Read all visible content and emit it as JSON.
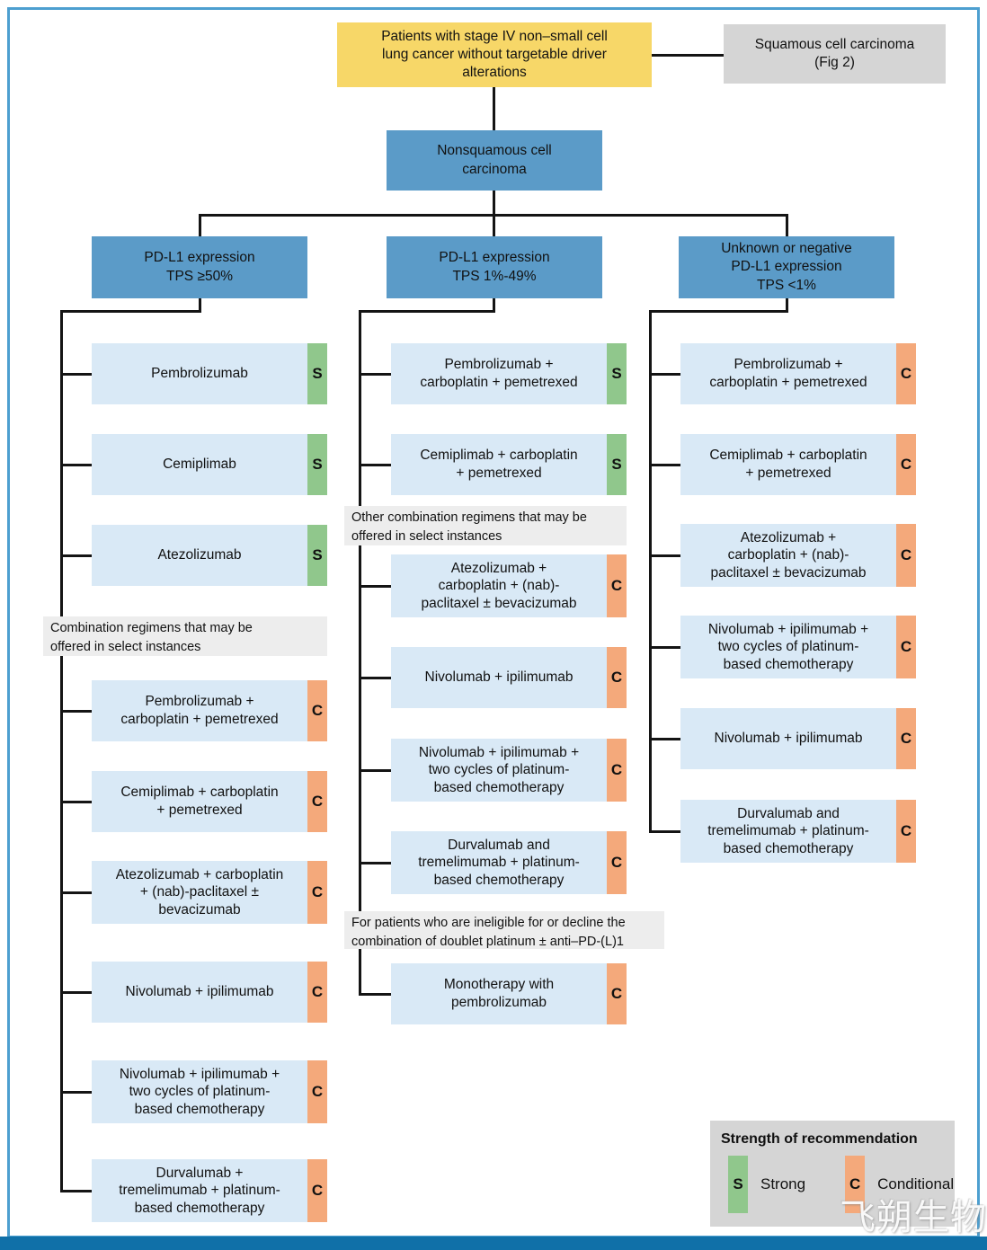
{
  "figure": {
    "start": "Patients with stage IV non–small cell\nlung cancer without targetable driver\nalterations",
    "squamous": "Squamous cell carcinoma\n(Fig 2)",
    "nonsquamous": "Nonsquamous cell\ncarcinoma"
  },
  "branches": [
    {
      "header": "PD-L1 expression\nTPS ≥50%",
      "note": "Combination regimens that may be\noffered in select instances",
      "boxes": [
        {
          "label": "Pembrolizumab",
          "tag": "S"
        },
        {
          "label": "Cemiplimab",
          "tag": "S"
        },
        {
          "label": "Atezolizumab",
          "tag": "S"
        },
        {
          "label": "Pembrolizumab +\ncarboplatin + pemetrexed",
          "tag": "C"
        },
        {
          "label": "Cemiplimab + carboplatin\n+ pemetrexed",
          "tag": "C"
        },
        {
          "label": "Atezolizumab + carboplatin\n+ (nab)-paclitaxel ±\nbevacizumab",
          "tag": "C"
        },
        {
          "label": "Nivolumab + ipilimumab",
          "tag": "C"
        },
        {
          "label": "Nivolumab + ipilimumab +\ntwo cycles of platinum-\nbased chemotherapy",
          "tag": "C"
        },
        {
          "label": "Durvalumab +\ntremelimumab + platinum-\nbased chemotherapy",
          "tag": "C"
        }
      ]
    },
    {
      "header": "PD-L1 expression\nTPS 1%-49%",
      "note_other": "Other combination regimens that may be\noffered in select instances",
      "note_ineligible": "For patients who are ineligible for or decline the\ncombination of doublet platinum ± anti–PD-(L)1",
      "boxes": [
        {
          "label": "Pembrolizumab +\ncarboplatin + pemetrexed",
          "tag": "S"
        },
        {
          "label": "Cemiplimab + carboplatin\n+ pemetrexed",
          "tag": "S"
        },
        {
          "label": "Atezolizumab +\ncarboplatin + (nab)-\npaclitaxel ± bevacizumab",
          "tag": "C"
        },
        {
          "label": "Nivolumab + ipilimumab",
          "tag": "C"
        },
        {
          "label": "Nivolumab + ipilimumab +\ntwo cycles of platinum-\nbased chemotherapy",
          "tag": "C"
        },
        {
          "label": "Durvalumab and\ntremelimumab + platinum-\nbased chemotherapy",
          "tag": "C"
        },
        {
          "label": "Monotherapy with\npembrolizumab",
          "tag": "C"
        }
      ]
    },
    {
      "header": "Unknown or negative\nPD-L1 expression\nTPS <1%",
      "boxes": [
        {
          "label": "Pembrolizumab +\ncarboplatin + pemetrexed",
          "tag": "C"
        },
        {
          "label": "Cemiplimab + carboplatin\n+ pemetrexed",
          "tag": "C"
        },
        {
          "label": "Atezolizumab +\ncarboplatin + (nab)-\npaclitaxel ± bevacizumab",
          "tag": "C"
        },
        {
          "label": "Nivolumab + ipilimumab +\ntwo cycles of platinum-\nbased chemotherapy",
          "tag": "C"
        },
        {
          "label": "Nivolumab + ipilimumab",
          "tag": "C"
        },
        {
          "label": "Durvalumab and\ntremelimumab + platinum-\nbased chemotherapy",
          "tag": "C"
        }
      ]
    }
  ],
  "legend": {
    "title": "Strength of recommendation",
    "items": [
      {
        "tag": "S",
        "label": "Strong"
      },
      {
        "tag": "C",
        "label": "Conditional"
      }
    ]
  },
  "watermark": "飞朔生物",
  "colors": {
    "strong_green": "#90C78C",
    "conditional_orange": "#F4A97B",
    "header_blue": "#5B9BC8",
    "treatment_blue": "#D9E9F6",
    "start_yellow": "#F7D768",
    "neutral_gray": "#D5D5D5",
    "footer_blue": "#1070A8",
    "frame_blue": "#4D9FD0"
  }
}
